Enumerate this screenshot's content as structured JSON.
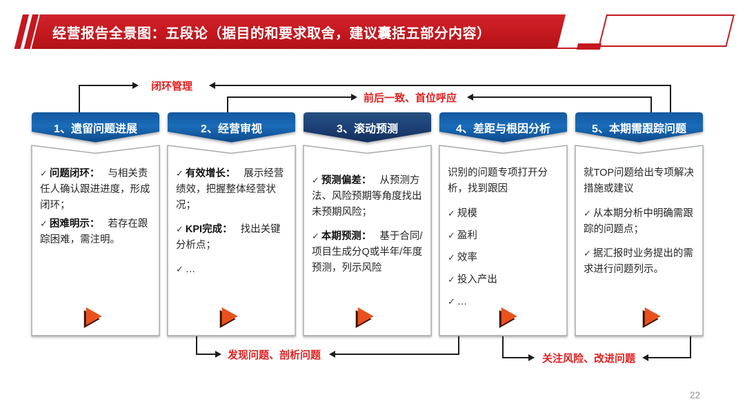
{
  "slide": {
    "title": "经营报告全景图：五段论（据目的和要求取舍，建议囊括五部分内容）",
    "page_number": "22"
  },
  "connectors": {
    "top_left_label": "闭环管理",
    "top_right_label": "前后一致、首位呼应",
    "bottom_left_label": "发现问题、剖析问题",
    "bottom_right_label": "关注风险、改进问题"
  },
  "colors": {
    "accent_red": "#c4181f",
    "label_red": "#e01f1f",
    "banner_blue": "#1563ae",
    "banner_navy": "#1c4076",
    "triangle_orange": "#e9511c",
    "line_black": "#1c1c1c"
  },
  "columns": [
    {
      "header": "1、遗留问题进展",
      "intro": "",
      "items": [
        {
          "check": "✓",
          "term": "问题闭环：",
          "text": "与相关责任人确认跟进进度，形成闭环；"
        },
        {
          "check": "✓",
          "term": "困难明示：",
          "text": "若存在跟踪困难，需注明。"
        }
      ]
    },
    {
      "header": "2、经营审视",
      "intro": "",
      "items": [
        {
          "check": "✓",
          "term": "有效增长：",
          "text": "展示经营绩效，把握整体经营状况；"
        },
        {
          "check": "✓",
          "term": "KPI完成：",
          "text": "找出关键分析点；"
        },
        {
          "check": "✓",
          "term": "",
          "text": "…"
        }
      ]
    },
    {
      "header": "3、滚动预测",
      "intro": "",
      "items": [
        {
          "check": "✓",
          "term": "预测偏差：",
          "text": "从预测方法、风险预期等角度找出未预期风险；"
        },
        {
          "check": "✓",
          "term": "本期预测：",
          "text": "基于合同/项目生成分Q或半年/年度预测，列示风险"
        }
      ]
    },
    {
      "header": "4、差距与根因分析",
      "intro": "识别的问题专项打开分析，找到跟因",
      "items": [
        {
          "check": "✓",
          "term": "",
          "text": "规模"
        },
        {
          "check": "✓",
          "term": "",
          "text": "盈利"
        },
        {
          "check": "✓",
          "term": "",
          "text": "效率"
        },
        {
          "check": "✓",
          "term": "",
          "text": "投入产出"
        },
        {
          "check": "✓",
          "term": "",
          "text": "…"
        }
      ]
    },
    {
      "header": "5、本期需跟踪问题",
      "intro": "就TOP问题给出专项解决措施或建议",
      "items": [
        {
          "check": "✓",
          "term": "",
          "text": "从本期分析中明确需跟踪的问题点；"
        },
        {
          "check": "✓",
          "term": "",
          "text": "据汇报时业务提出的需求进行问题列示。"
        }
      ]
    }
  ]
}
